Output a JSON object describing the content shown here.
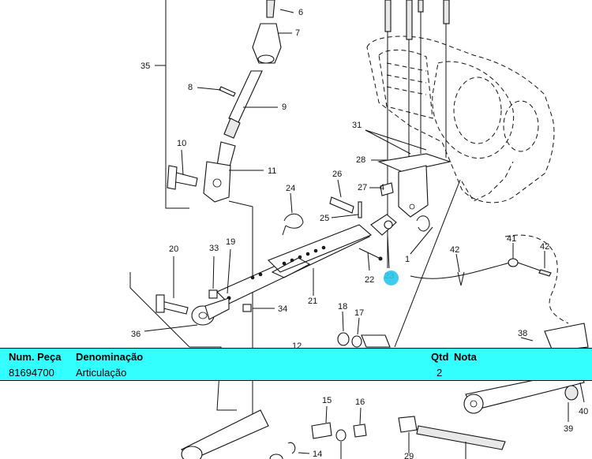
{
  "callouts": [
    "1",
    "4",
    "6",
    "7",
    "8",
    "9",
    "10",
    "11",
    "12",
    "14",
    "15",
    "16",
    "17",
    "18",
    "19",
    "20",
    "21",
    "22",
    "23",
    "24",
    "25",
    "26",
    "27",
    "28",
    "29",
    "31",
    "33",
    "34",
    "35",
    "36",
    "38",
    "39",
    "40",
    "41",
    "42",
    "42"
  ],
  "parts_table": {
    "edge_mark": ".",
    "columns": {
      "num": "Num. Peça",
      "denominacao": "Denominação",
      "qtd": "Qtd",
      "nota": "Nota"
    },
    "rows": [
      {
        "num": "81694700",
        "denominacao": "Articulação",
        "qtd": "2",
        "nota": ""
      }
    ]
  },
  "selected_callout": "23",
  "colors": {
    "table_background": "#33ffff",
    "selection_marker": "#29c7ea"
  }
}
